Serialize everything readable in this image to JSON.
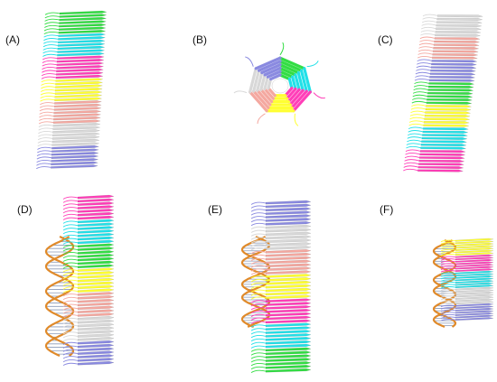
{
  "panels": [
    {
      "label": "(A)",
      "stack": [
        "green",
        "cyan",
        "magenta",
        "yellow",
        "pink",
        "gray",
        "blue"
      ],
      "dna": false
    },
    {
      "label": "(B)",
      "stack": [
        "green",
        "cyan",
        "magenta",
        "yellow",
        "pink",
        "gray",
        "blue"
      ],
      "dna": false
    },
    {
      "label": "(C)",
      "stack": [
        "gray",
        "pink",
        "blue",
        "green",
        "yellow",
        "cyan",
        "magenta"
      ],
      "dna": false
    },
    {
      "label": "(D)",
      "stack": [
        "magenta",
        "cyan",
        "green",
        "yellow",
        "pink",
        "gray",
        "blue"
      ],
      "dna": true
    },
    {
      "label": "(E)",
      "stack": [
        "blue",
        "gray",
        "pink",
        "yellow",
        "magenta",
        "cyan",
        "green"
      ],
      "dna": true
    },
    {
      "label": "(F)",
      "stack": [
        "yellow",
        "magenta",
        "cyan",
        "gray",
        "blue"
      ],
      "dna": true
    }
  ],
  "colors": {
    "green": "#33dd44",
    "cyan": "#22e0e8",
    "magenta": "#ff3fb8",
    "yellow": "#ffff33",
    "pink": "#f4a8a0",
    "gray": "#d8d8d8",
    "blue": "#8a8ae0",
    "dna_backbone": "#e08a2a",
    "dna_base": "#8a9ab8",
    "label": "#111111"
  }
}
